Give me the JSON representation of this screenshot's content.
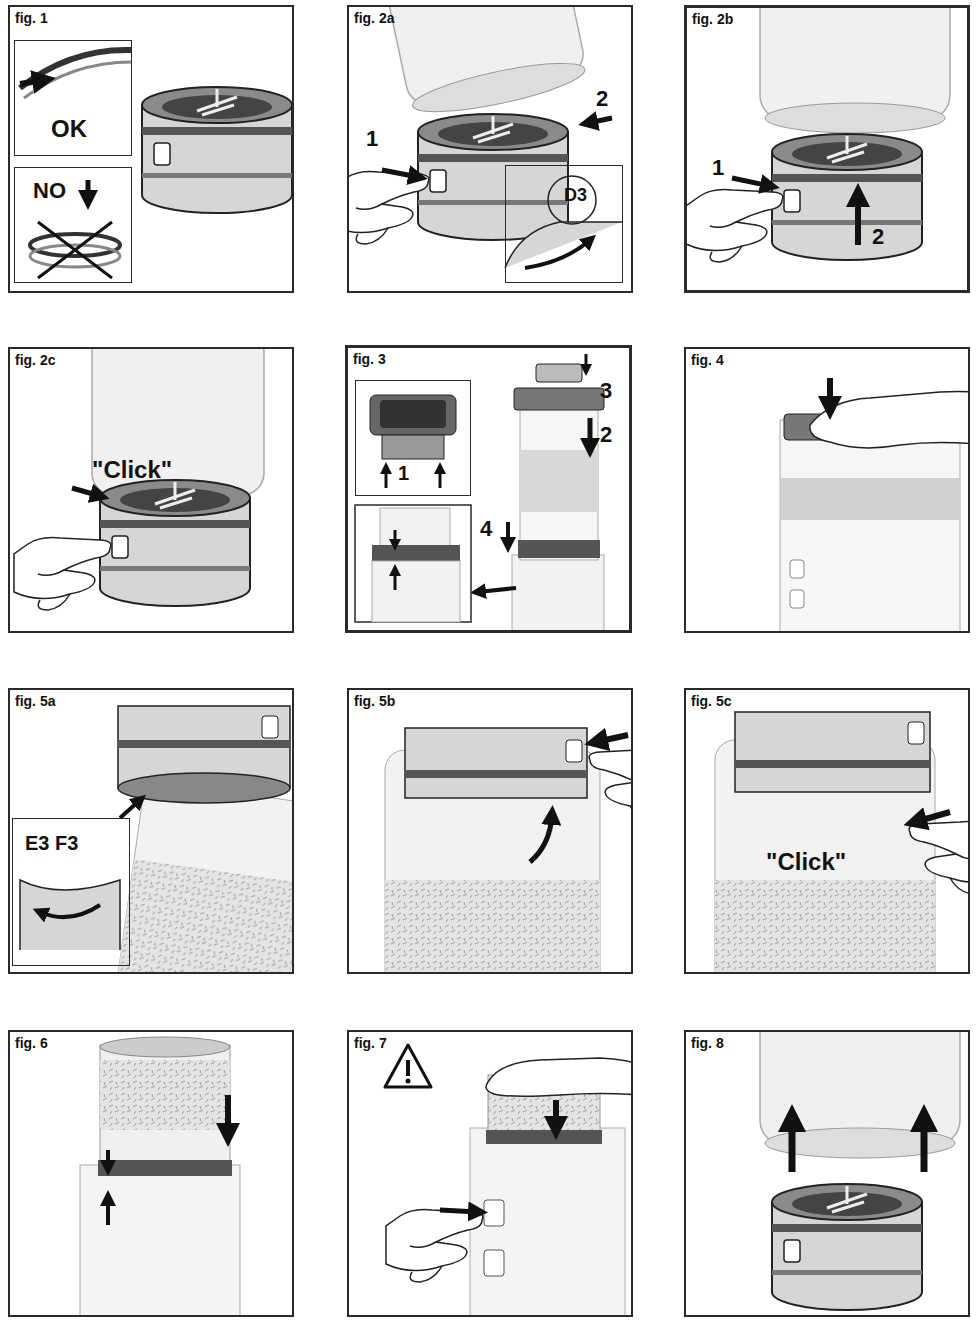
{
  "diagram": {
    "nodes": [
      {
        "text": [
          "fig. 1"
        ]
      },
      {
        "text": [
          "OK"
        ],
        "in": 0
      },
      {
        "text": [
          "NO"
        ],
        "in": 0
      },
      {
        "text": [
          "fig. 2a"
        ]
      },
      {
        "text": [
          "D3"
        ],
        "in": 3
      },
      {
        "text": [
          "fig. 2b"
        ]
      },
      {
        "text": [
          "fig. 2c"
        ]
      },
      {
        "text": [
          "fig. 3"
        ]
      },
      {
        "text": [
          "1"
        ],
        "in": 7
      },
      {
        "text": [
          "fig. 4"
        ]
      },
      {
        "text": [
          "fig. 5a"
        ]
      },
      {
        "text": [
          "E3 F3"
        ],
        "in": 10
      },
      {
        "text": [
          "fig. 5b"
        ]
      },
      {
        "text": [
          "fig. 5c"
        ]
      },
      {
        "text": [
          "fig. 6"
        ]
      },
      {
        "text": [
          "fig. 7"
        ]
      },
      {
        "text": [
          "fig. 8"
        ]
      }
    ],
    "labels": [
      "1",
      "2",
      "1",
      "2",
      "\"Click\"",
      "3",
      "2",
      "4",
      "\"Click\""
    ]
  }
}
